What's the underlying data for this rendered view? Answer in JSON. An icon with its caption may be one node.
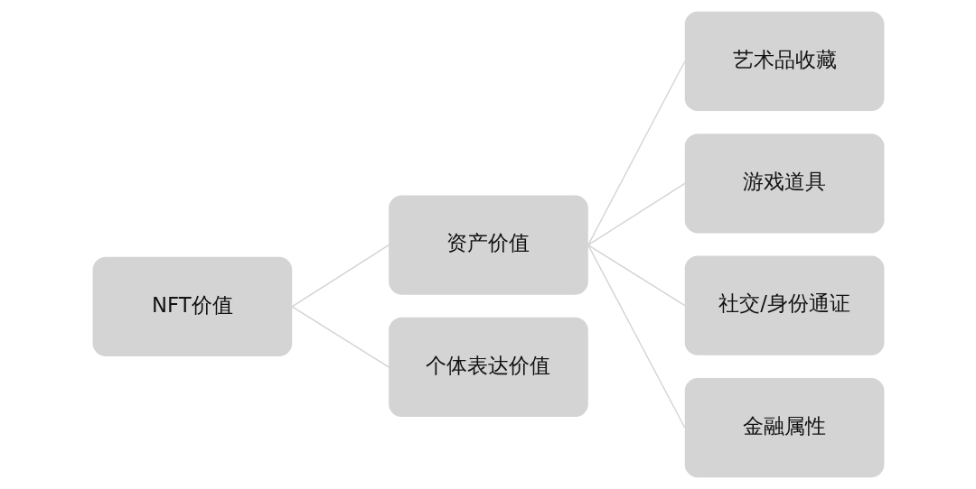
{
  "diagram": {
    "nodes": [
      {
        "text": [
          "NFT价值"
        ]
      },
      {
        "text": [
          "资产价值"
        ]
      },
      {
        "text": [
          "个体表达价值"
        ]
      },
      {
        "text": [
          "艺术品收藏"
        ]
      },
      {
        "text": [
          "游戏道具"
        ]
      },
      {
        "text": [
          "社交/身份通证"
        ]
      },
      {
        "text": [
          "金融属性"
        ]
      }
    ],
    "edges": [
      {
        "from": 0,
        "to": 1,
        "arrow": "none"
      },
      {
        "from": 0,
        "to": 2,
        "arrow": "none"
      },
      {
        "from": 1,
        "to": 3,
        "arrow": "none"
      },
      {
        "from": 1,
        "to": 4,
        "arrow": "none"
      },
      {
        "from": 1,
        "to": 5,
        "arrow": "none"
      },
      {
        "from": 1,
        "to": 6,
        "arrow": "none"
      }
    ]
  }
}
